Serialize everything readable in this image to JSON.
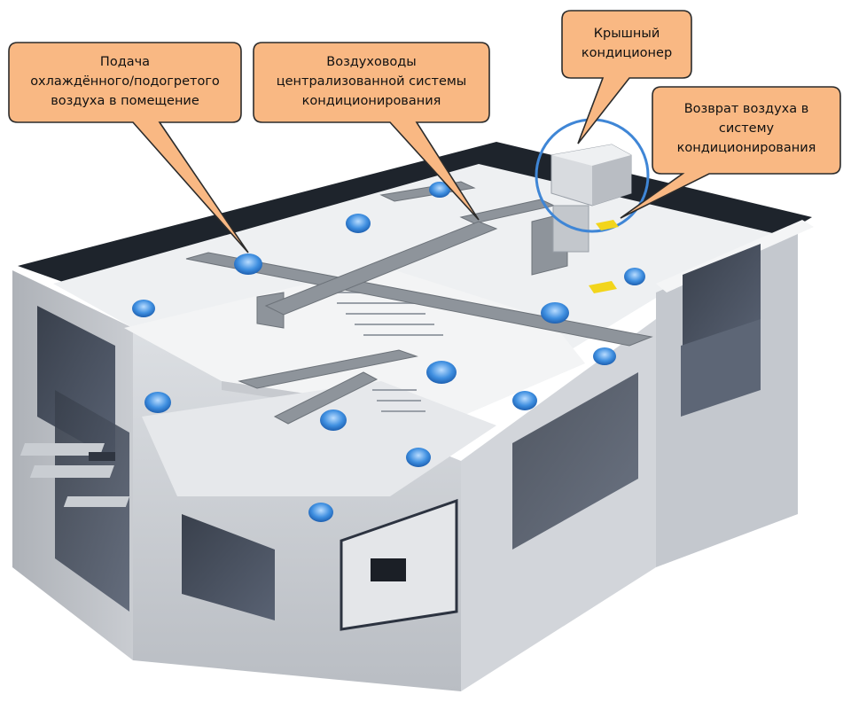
{
  "callouts": {
    "supply": {
      "lines": [
        "Подача",
        "охлаждённого/подогретого",
        "воздуха в помещение"
      ]
    },
    "ducts": {
      "lines": [
        "Воздуховоды",
        "централизованной системы",
        "кондиционирования"
      ]
    },
    "rooftop": {
      "lines": [
        "Крышный",
        "кондиционер"
      ]
    },
    "return": {
      "lines": [
        "Возврат воздуха в",
        "систему",
        "кондиционирования"
      ]
    }
  },
  "colors": {
    "callout_fill": "#f9b883",
    "callout_stroke": "#2b2b2b",
    "wall": "#c9ccd1",
    "floor": "#e9ecef",
    "duct": "#8e949b",
    "diffuser": "#3f8fe0",
    "window": "#2c3340",
    "highlight_ring": "#3f86d6",
    "return_grille": "#f2d51c"
  },
  "icons": {
    "diffuser": "ceiling-diffuser-icon",
    "rooftop_unit": "rooftop-ac-unit-icon",
    "return_grille": "return-air-grille-icon"
  }
}
